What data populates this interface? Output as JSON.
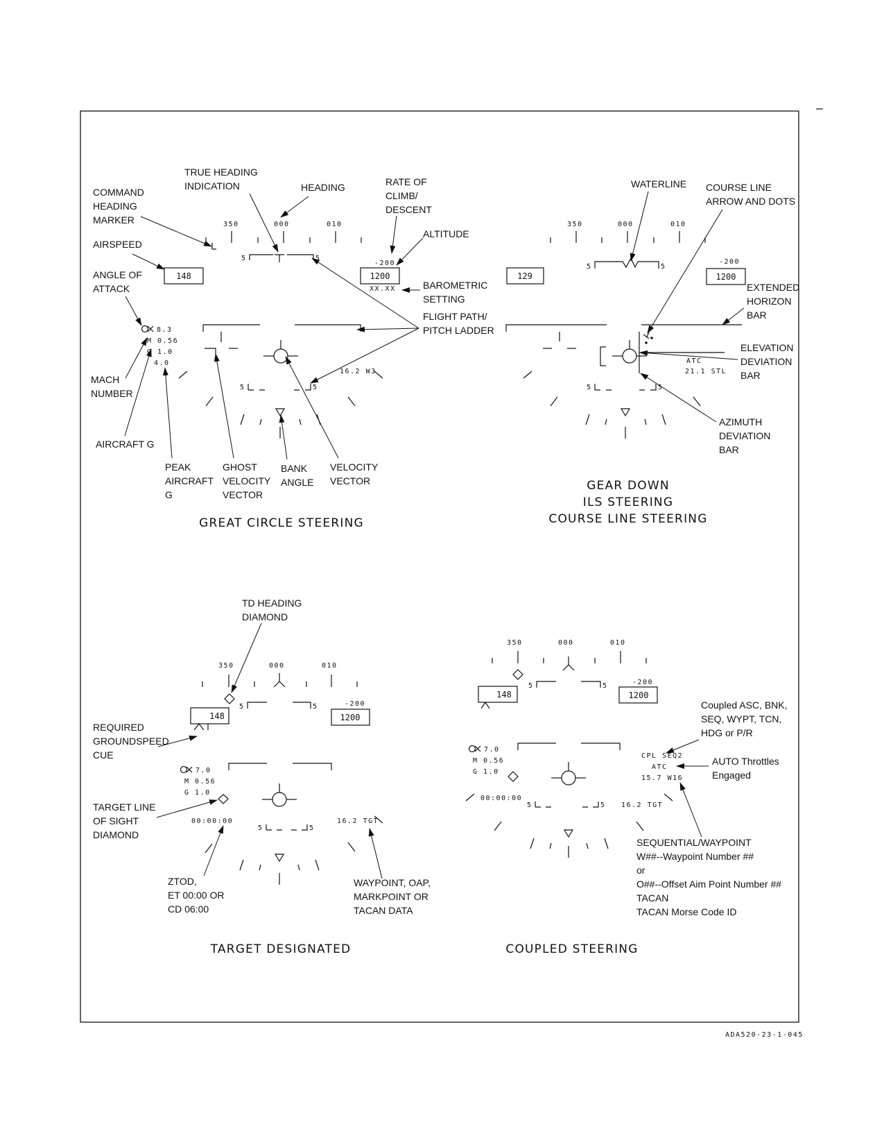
{
  "doc_id": "ADA520-23-1-045",
  "panels": {
    "great_circle": {
      "title": "GREAT CIRCLE STEERING",
      "heading_scale": [
        "350",
        "000",
        "010"
      ],
      "airspeed": "148",
      "altitude": "1200",
      "rate_of_climb": "-200",
      "baro": "XX.XX",
      "aoa": "8.3",
      "mach": "M 0.56",
      "g": "G 1.0",
      "peak_g": "4.0",
      "pitch_5": "5",
      "waypoint": "16.2 W3",
      "labels": {
        "true_heading_1": "TRUE HEADING",
        "true_heading_2": "INDICATION",
        "heading": "HEADING",
        "command_1": "COMMAND",
        "command_2": "HEADING",
        "command_3": "MARKER",
        "rate_1": "RATE OF",
        "rate_2": "CLIMB/",
        "rate_3": "DESCENT",
        "altitude": "ALTITUDE",
        "airspeed": "AIRSPEED",
        "aoa_1": "ANGLE OF",
        "aoa_2": "ATTACK",
        "baro_1": "BAROMETRIC",
        "baro_2": "SETTING",
        "fpl_1": "FLIGHT PATH/",
        "fpl_2": "PITCH LADDER",
        "mach_1": "MACH",
        "mach_2": "NUMBER",
        "aircraft_g": "AIRCRAFT G",
        "peak_1": "PEAK",
        "peak_2": "AIRCRAFT",
        "peak_3": "G",
        "ghost_1": "GHOST",
        "ghost_2": "VELOCITY",
        "ghost_3": "VECTOR",
        "bank_1": "BANK",
        "bank_2": "ANGLE",
        "vv_1": "VELOCITY",
        "vv_2": "VECTOR"
      }
    },
    "gear_down": {
      "title_1": "GEAR DOWN",
      "title_2": "ILS STEERING",
      "title_3": "COURSE LINE STEERING",
      "heading_scale": [
        "350",
        "000",
        "010"
      ],
      "airspeed": "129",
      "altitude": "1200",
      "rate_of_climb": "-200",
      "atc": "ATC",
      "steer": "21.1 STL",
      "labels": {
        "waterline": "WATERLINE",
        "course_1": "COURSE LINE",
        "course_2": "ARROW AND DOTS",
        "ext_1": "EXTENDED",
        "ext_2": "HORIZON",
        "ext_3": "BAR",
        "elev_1": "ELEVATION",
        "elev_2": "DEVIATION",
        "elev_3": "BAR",
        "az_1": "AZIMUTH",
        "az_2": "DEVIATION",
        "az_3": "BAR"
      }
    },
    "target_designated": {
      "title": "TARGET DESIGNATED",
      "heading_scale": [
        "350",
        "000",
        "010"
      ],
      "airspeed": "148",
      "altitude": "1200",
      "rate_of_climb": "-200",
      "aoa": "7.0",
      "mach": "M 0.56",
      "g": "G 1.0",
      "time": "00:00:00",
      "target": "16.2 TGT",
      "labels": {
        "td_1": "TD HEADING",
        "td_2": "DIAMOND",
        "req_1": "REQUIRED",
        "req_2": "GROUNDSPEED",
        "req_3": "CUE",
        "tlos_1": "TARGET LINE",
        "tlos_2": "OF SIGHT",
        "tlos_3": "DIAMOND",
        "ztod_1": "ZTOD,",
        "ztod_2": "ET 00:00 OR",
        "ztod_3": "CD 06:00",
        "wp_1": "WAYPOINT, OAP,",
        "wp_2": "MARKPOINT OR",
        "wp_3": "TACAN DATA"
      }
    },
    "coupled": {
      "title": "COUPLED STEERING",
      "heading_scale": [
        "350",
        "000",
        "010"
      ],
      "airspeed": "148",
      "altitude": "1200",
      "rate_of_climb": "-200",
      "aoa": "7.0",
      "mach": "M 0.56",
      "g": "G 1.0",
      "time": "00:00:00",
      "target": "16.2 TGT",
      "cpl": "CPL SEQ2",
      "atc": "ATC",
      "steer": "15.7 W16",
      "labels": {
        "cpl_1": "Coupled ASC, BNK,",
        "cpl_2": "SEQ, WYPT, TCN,",
        "cpl_3": "HDG or P/R",
        "auto_1": "AUTO Throttles",
        "auto_2": "Engaged",
        "seq_1": "SEQUENTIAL/WAYPOINT",
        "seq_2": "W##--Waypoint Number ##",
        "seq_3": "or",
        "seq_4": "O##--Offset Aim Point Number ##",
        "seq_5": "TACAN",
        "seq_6": "TACAN Morse Code ID"
      }
    }
  }
}
